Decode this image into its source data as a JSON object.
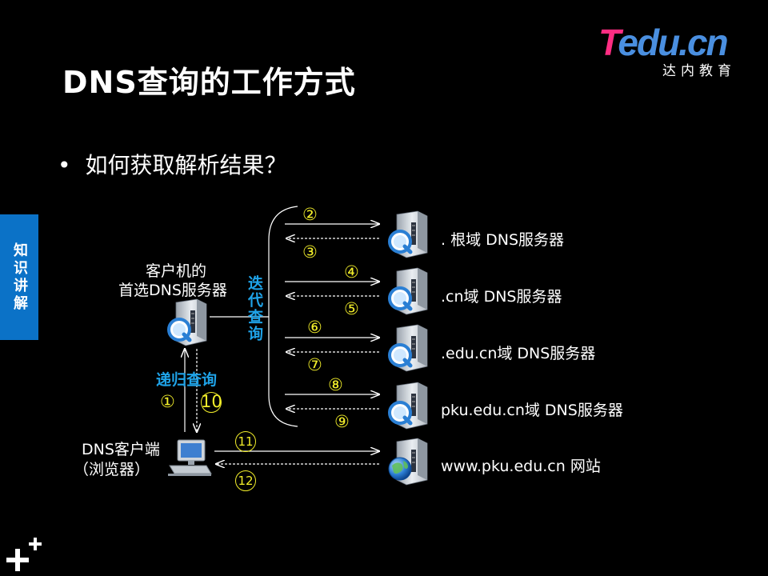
{
  "slide": {
    "title": "DNS查询的工作方式",
    "logo": {
      "brand_t": "T",
      "brand_rest": "edu.cn",
      "subtitle": "达内教育"
    },
    "bullet": "如何获取解析结果？",
    "side_tab": "知识讲解"
  },
  "diagram": {
    "preferred_dns_label_line1": "客户机的",
    "preferred_dns_label_line2": "首选DNS服务器",
    "iterative_label": "迭代查询",
    "recursive_label": "递归查询",
    "client_label_line1": "DNS客户端",
    "client_label_line2": "（浏览器）",
    "servers": [
      {
        "label": ". 根域 DNS服务器",
        "query_num": "②",
        "reply_num": "③"
      },
      {
        "label": ".cn域 DNS服务器",
        "query_num": "④",
        "reply_num": "⑤"
      },
      {
        "label": ".edu.cn域 DNS服务器",
        "query_num": "⑥",
        "reply_num": "⑦"
      },
      {
        "label": "pku.edu.cn域 DNS服务器",
        "query_num": "⑧",
        "reply_num": "⑨"
      }
    ],
    "website": {
      "label": "www.pku.edu.cn 网站",
      "query_num": "11",
      "reply_num": "12"
    },
    "recursive_query_num": "①",
    "recursive_reply_num": "10"
  },
  "colors": {
    "accent_blue": "#1fa3e8",
    "number_yellow": "#f2ee2a",
    "tab_blue": "#0b72c7"
  },
  "icons": [
    "dns-server-icon",
    "web-server-globe-icon",
    "client-computer-icon",
    "plus-logo-icon"
  ]
}
